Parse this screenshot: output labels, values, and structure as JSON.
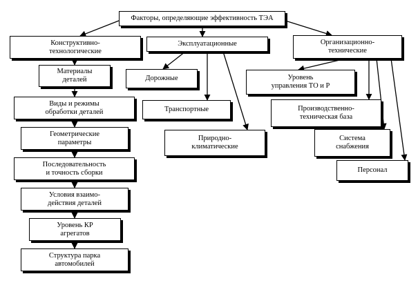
{
  "diagram": {
    "root": {
      "label": "Факторы, определяющие эффективность ТЭА"
    },
    "groups": [
      {
        "label": "Конструктивно-\nтехнологические",
        "children": [
          "Материалы\nдеталей",
          "Виды и режимы\nобработки деталей",
          "Геометрические\nпараметры",
          "Последовательность\nи точность сборки",
          "Условия взаимо-\nдействия деталей",
          "Уровень КР\nагрегатов",
          "Структура парка\nавтомобилей"
        ]
      },
      {
        "label": "Эксплуатационные",
        "children": [
          "Дорожные",
          "Транспортные",
          "Природно-\nклиматические"
        ]
      },
      {
        "label": "Организационно-\nтехнические",
        "children": [
          "Уровень\nуправления ТО и Р",
          "Производственно-\nтехническая база",
          "Система\nснабжения",
          "Персонал"
        ]
      }
    ]
  }
}
